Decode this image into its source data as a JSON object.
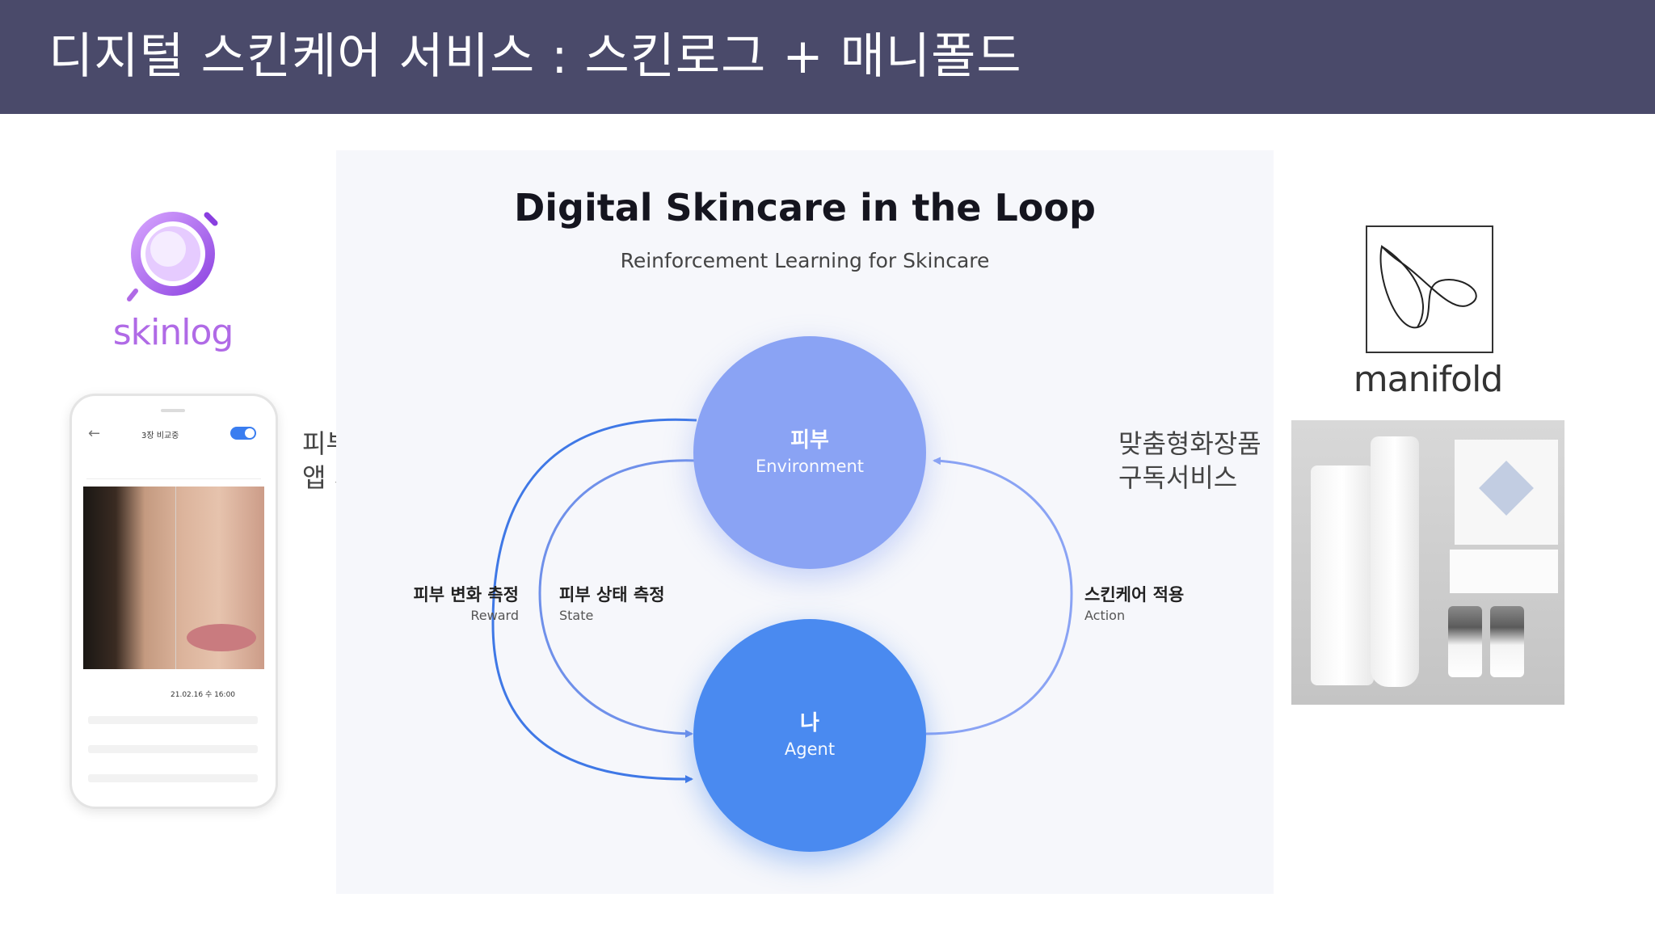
{
  "header": {
    "title": "디지털 스킨케어 서비스 : 스킨로그 + 매니폴드"
  },
  "diagram": {
    "title": "Digital Skincare in the Loop",
    "subtitle": "Reinforcement Learning for Skincare",
    "environment": {
      "ko": "피부",
      "en": "Environment"
    },
    "agent": {
      "ko": "나",
      "en": "Agent"
    },
    "reward": {
      "ko": "피부 변화 측정",
      "en": "Reward"
    },
    "state": {
      "ko": "피부 상태 측정",
      "en": "State"
    },
    "action": {
      "ko": "스킨케어 적용",
      "en": "Action"
    }
  },
  "left": {
    "brand": "skinlog",
    "label_line1": "피부기록",
    "label_line2": "앱 서비스",
    "app": {
      "screen_title": "3장 비교중",
      "date": "21.02.16 수 16:00"
    }
  },
  "right": {
    "brand": "manifold",
    "label_line1": "맞춤형화장품",
    "label_line2": "구독서비스"
  },
  "colors": {
    "header_bg": "#4a4a6a",
    "environment": "#8aa3f4",
    "agent": "#4a8af0",
    "skinlog_brand": "#b06ae6"
  }
}
